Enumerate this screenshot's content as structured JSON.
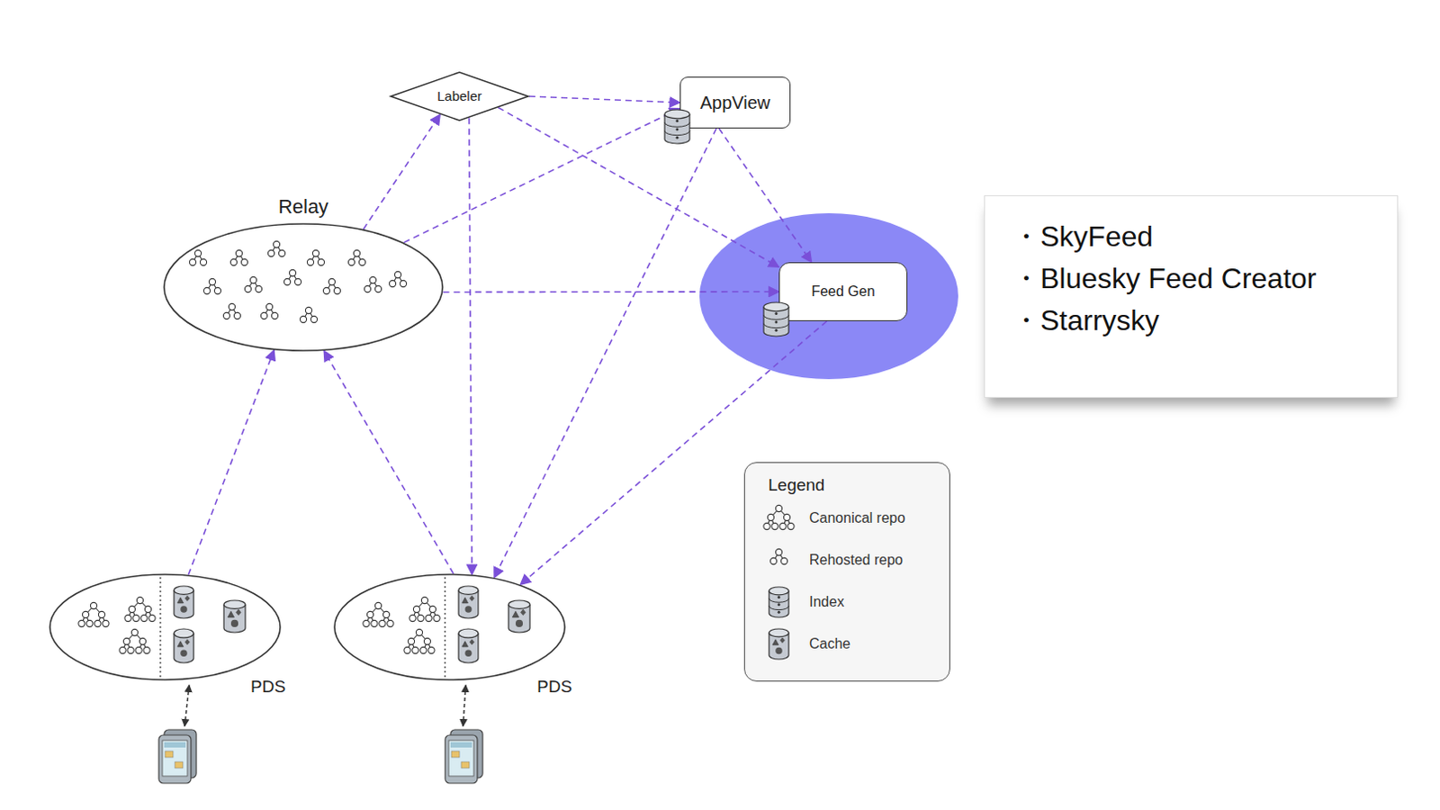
{
  "diagram": {
    "nodes": [
      {
        "text": [
          "Labeler"
        ]
      },
      {
        "text": [
          "AppView"
        ]
      },
      {
        "text": [
          "Relay"
        ]
      },
      {
        "text": [
          "Feed Gen"
        ]
      },
      {
        "text": [
          "・SkyFeed",
          "・Bluesky Feed Creator",
          "・Starrysky"
        ]
      },
      {
        "text": [
          "PDS"
        ]
      },
      {
        "text": [
          "PDS"
        ]
      }
    ],
    "edges": [
      {
        "from": 2,
        "to": 0,
        "arrow": "to"
      },
      {
        "from": 0,
        "to": 1,
        "arrow": "to"
      },
      {
        "from": 0,
        "to": 3,
        "arrow": "to"
      },
      {
        "from": 0,
        "to": 6,
        "arrow": "to"
      },
      {
        "from": 2,
        "to": 1,
        "arrow": "to"
      },
      {
        "from": 2,
        "to": 3,
        "arrow": "to"
      },
      {
        "from": 1,
        "to": 3,
        "arrow": "to"
      },
      {
        "from": 1,
        "to": 6,
        "arrow": "to"
      },
      {
        "from": 3,
        "to": 6,
        "arrow": "to"
      },
      {
        "from": 5,
        "to": 2,
        "arrow": "to"
      },
      {
        "from": 6,
        "to": 2,
        "arrow": "to"
      }
    ],
    "labels": [
      "Legend"
    ],
    "legend": [
      {
        "text": "Canonical repo"
      },
      {
        "text": "Rehosted repo"
      },
      {
        "text": "Index"
      },
      {
        "text": "Cache"
      }
    ]
  }
}
